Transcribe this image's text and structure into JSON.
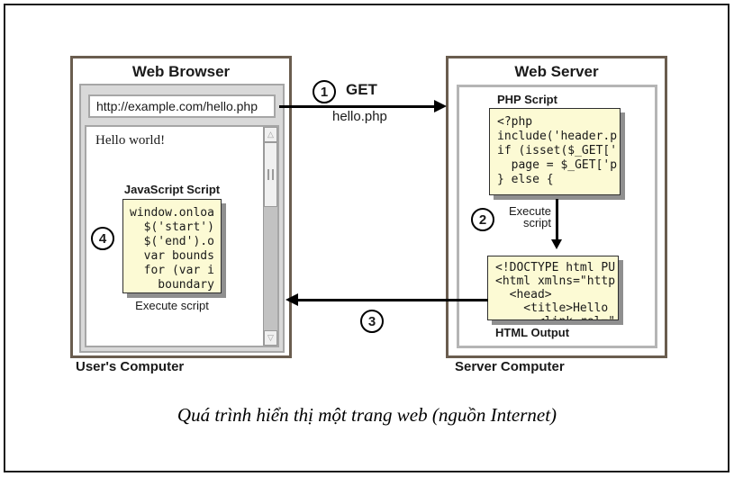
{
  "caption": "Quá trình hiển thị một trang web (nguồn Internet)",
  "browser": {
    "title": "Web Browser",
    "url": "http://example.com/hello.php",
    "content_text": "Hello world!",
    "js_label": "JavaScript Script",
    "js_code": [
      "window.onloa",
      "  $('start')",
      "  $('end').o",
      "  var bounds",
      "  for (var i",
      "    boundary"
    ],
    "execute_label": "Execute script",
    "step_badge": "4",
    "computer_label": "User's Computer",
    "scroll_up_icon": "△",
    "scroll_down_icon": "▽"
  },
  "server": {
    "title": "Web Server",
    "php_label": "PHP Script",
    "php_code": [
      "<?php",
      "include('header.p",
      "if (isset($_GET['",
      "  page = $_GET['p",
      "} else {"
    ],
    "execute_line1": "Execute",
    "execute_line2": "script",
    "step_badge": "2",
    "html_code": [
      "<!DOCTYPE html PU",
      "<html xmlns=\"http",
      "  <head>",
      "    <title>Hello",
      "      <link rel=\""
    ],
    "html_label": "HTML Output",
    "computer_label": "Server Computer"
  },
  "arrows": {
    "request": {
      "step_badge": "1",
      "method": "GET",
      "file": "hello.php"
    },
    "response": {
      "step_badge": "3"
    }
  },
  "colors": {
    "box_brown": "#6a5d4f",
    "chrome_gray": "#d9d9d9",
    "chrome_border": "#a6a6a6",
    "code_yellow": "#fcfad4",
    "shadow_gray": "#8f8f8f"
  }
}
